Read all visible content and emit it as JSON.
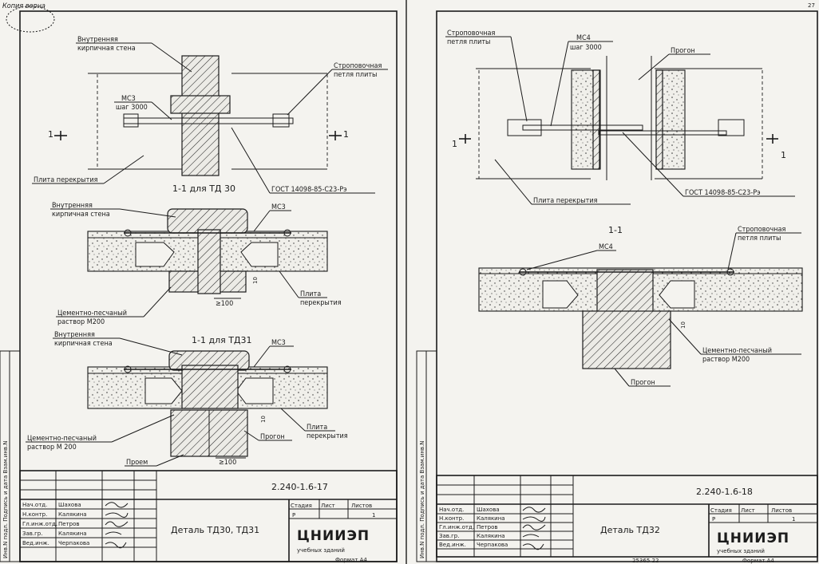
{
  "stamp": "Копия верна",
  "page_number": "27",
  "sheet_left": {
    "plan": {
      "wall_label_1": "Внутренняя",
      "wall_label_2": "кирпичная стена",
      "loop_label_1": "Строповочная",
      "loop_label_2": "петля плиты",
      "mc_label": "МС3",
      "step_label": "шаг 3000",
      "slab_label": "Плита перекрытия",
      "gost_label": "ГОСТ 14098-85-С23-Рэ",
      "section_mark": "1",
      "caption": "1-1 для ТД 30"
    },
    "section1": {
      "wall_label_1": "Внутренняя",
      "wall_label_2": "кирпичная стена",
      "mc_label": "МС3",
      "dim_10": "10",
      "dim_100": "≥100",
      "mortar_1": "Цементно-песчаный",
      "mortar_2": "раствор М200",
      "slab_1": "Плита",
      "slab_2": "перекрытия"
    },
    "section2": {
      "caption": "1-1 для ТД31",
      "wall_label_1": "Внутренняя",
      "wall_label_2": "кирпичная стена",
      "mc_label": "МС3",
      "dim_10": "10",
      "dim_100": "≥100",
      "mortar_1": "Цементно-песчаный",
      "mortar_2": "раствор М 200",
      "opening": "Проем",
      "purlin": "Прогон",
      "slab_1": "Плита",
      "slab_2": "перекрытия"
    },
    "title_block": {
      "doc_code": "2.240-1.6-17",
      "roles": [
        "Нач.отд.",
        "Н.контр.",
        "Гл.инж.отд.",
        "Зав.гр.",
        "Вед.инж."
      ],
      "names": [
        "Шахова",
        "Калякина",
        "Петров",
        "Калякина",
        "Черпакова"
      ],
      "title": "Деталь ТД30, ТД31",
      "hdr_stage": "Стадия",
      "hdr_sheet": "Лист",
      "hdr_sheets": "Листов",
      "stage": "Р",
      "sheets": "1",
      "org": "ЦНИИЭП",
      "org_sub": "учебных зданий",
      "format": "Формат А4"
    },
    "side_strip": "Инв.N подл. Подпись и дата Взам.инв.N"
  },
  "sheet_right": {
    "plan": {
      "loop_label_1": "Строповочная",
      "loop_label_2": "петля плиты",
      "mc_label": "МС4",
      "step_label": "шаг 3000",
      "purlin_label": "Прогон",
      "slab_label": "Плита перекрытия",
      "gost_label": "ГОСТ 14098-85-С23-Рэ",
      "section_mark": "1"
    },
    "section": {
      "caption": "1-1",
      "mc_label": "МС4",
      "loop_label_1": "Строповочная",
      "loop_label_2": "петля плиты",
      "dim_10": "10",
      "mortar_1": "Цементно-песчаный",
      "mortar_2": "раствор М200",
      "purlin": "Прогон"
    },
    "title_block": {
      "doc_code": "2.240-1.6-18",
      "roles": [
        "Нач.отд.",
        "Н.контр.",
        "Гл.инж.отд.",
        "Зав.гр.",
        "Вед.инж."
      ],
      "names": [
        "Шахова",
        "Калякина",
        "Петров",
        "Калякина",
        "Черпакова"
      ],
      "title": "Деталь ТД32",
      "hdr_stage": "Стадия",
      "hdr_sheet": "Лист",
      "hdr_sheets": "Листов",
      "stage": "Р",
      "sheets": "1",
      "org": "ЦНИИЭП",
      "org_sub": "учебных зданий",
      "format": "Формат А4",
      "archive_no": "25365 22"
    },
    "side_strip": "Инв.N подл. Подпись и дата Взам.инв.N"
  }
}
